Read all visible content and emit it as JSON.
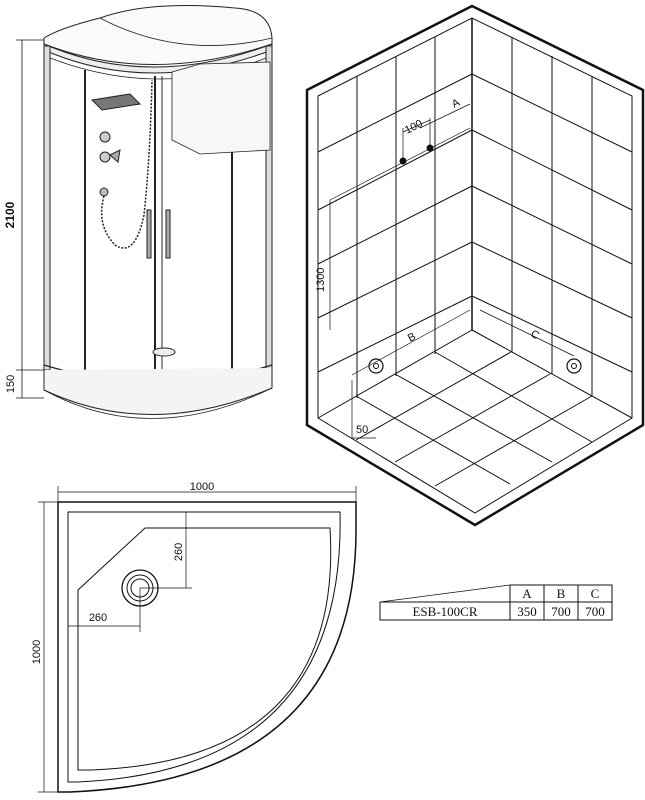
{
  "cabin_view": {
    "height_total": "2100",
    "tray_height": "150"
  },
  "wall_view": {
    "dim_a": "A",
    "dim_100": "100",
    "dim_1300": "1300",
    "dim_b": "B",
    "dim_c": "C",
    "dim_50": "50"
  },
  "tray_plan": {
    "width": "1000",
    "depth": "1000",
    "drain_offset_x": "260",
    "drain_offset_y": "260"
  },
  "spec_table": {
    "headers": [
      "",
      "A",
      "B",
      "C"
    ],
    "rows": [
      [
        "ESB-100CR",
        "350",
        "700",
        "700"
      ]
    ]
  }
}
